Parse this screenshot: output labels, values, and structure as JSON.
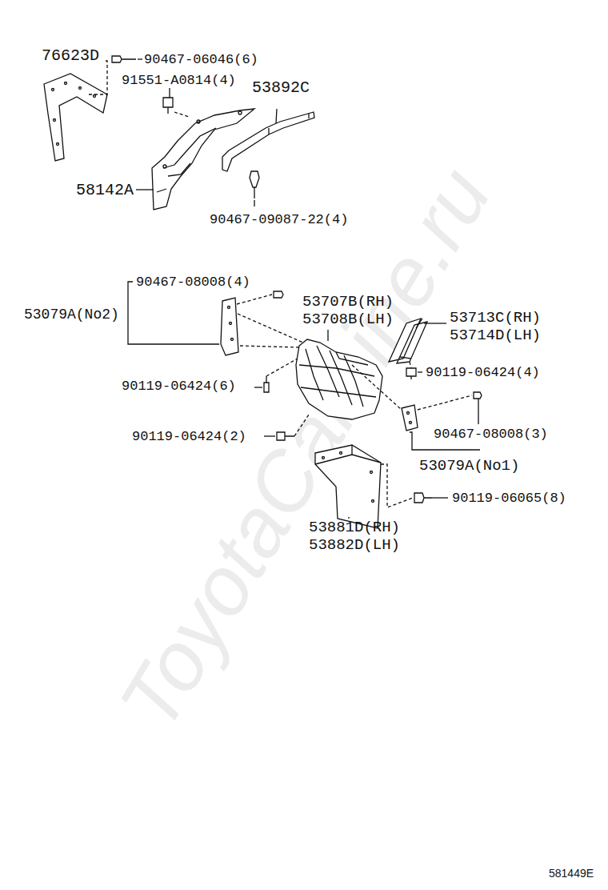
{
  "diagram": {
    "labels": [
      "76623D",
      "90467-06046(6)",
      "91551-A0814(4)",
      "53892C",
      "58142A",
      "90467-09087-22(4)",
      "90467-08008(4)",
      "53707B(RH)",
      "53708B(LH)",
      "53079A(No2)",
      "53713C(RH)",
      "53714D(LH)",
      "90119-06424(6)",
      "90119-06424(4)",
      "90119-06424(2)",
      "90467-08008(3)",
      "53079A(No1)",
      "90119-06065(8)",
      "53881D(RH)",
      "53882D(LH)",
      "ToyotaCarLine.ru",
      "581449E"
    ]
  }
}
